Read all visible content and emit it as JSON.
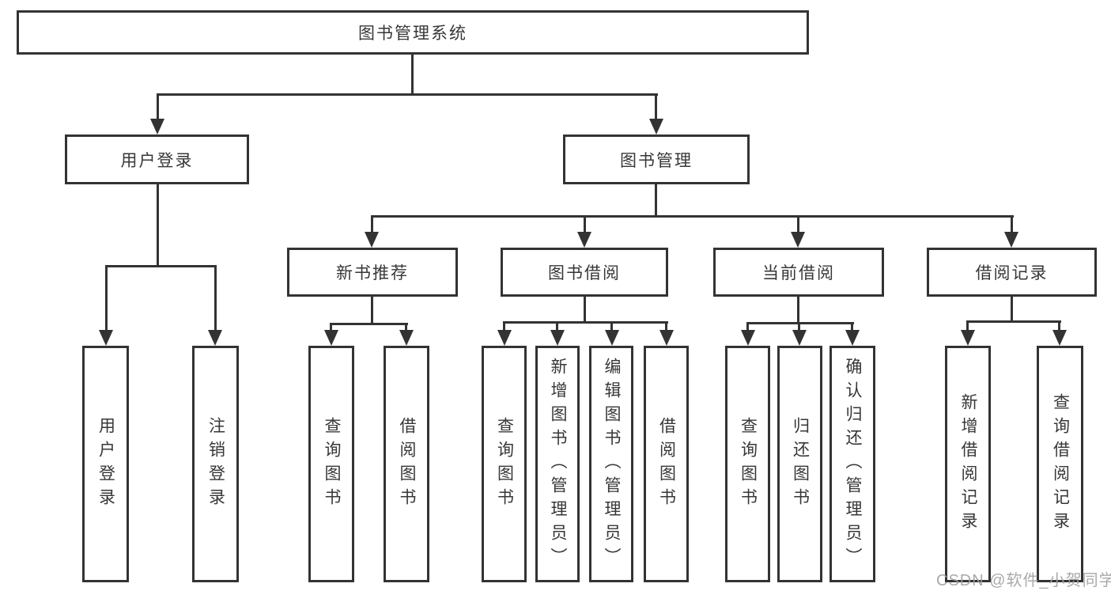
{
  "diagram": {
    "type": "hierarchy-tree",
    "line_color": "#333333",
    "text_color": "#373737",
    "background_color": "#ffffff",
    "watermark_color": "#a0a0a0"
  },
  "watermark": "CSDN @软件_小贺同学",
  "nodes": {
    "root": "图书管理系统",
    "user_login": "用户登录",
    "book_mgmt": "图书管理",
    "new_book_rec": "新书推荐",
    "book_borrow": "图书借阅",
    "current_borrow": "当前借阅",
    "borrow_records": "借阅记录",
    "leaf_user_login": "用户登录",
    "leaf_logout": "注销登录",
    "leaf_rec_query": "查询图书",
    "leaf_rec_borrow": "借阅图书",
    "leaf_bb_query": "查询图书",
    "leaf_bb_add": "新增图书（管理员）",
    "leaf_bb_edit": "编辑图书（管理员）",
    "leaf_bb_borrow": "借阅图书",
    "leaf_cb_query": "查询图书",
    "leaf_cb_return": "归还图书",
    "leaf_cb_confirm": "确认归还（管理员）",
    "leaf_br_add": "新增借阅记录",
    "leaf_br_query": "查询借阅记录"
  },
  "tree": {
    "label": "图书管理系统",
    "children": [
      {
        "label": "用户登录",
        "children": [
          {
            "label": "用户登录"
          },
          {
            "label": "注销登录"
          }
        ]
      },
      {
        "label": "图书管理",
        "children": [
          {
            "label": "新书推荐",
            "children": [
              {
                "label": "查询图书"
              },
              {
                "label": "借阅图书"
              }
            ]
          },
          {
            "label": "图书借阅",
            "children": [
              {
                "label": "查询图书"
              },
              {
                "label": "新增图书（管理员）"
              },
              {
                "label": "编辑图书（管理员）"
              },
              {
                "label": "借阅图书"
              }
            ]
          },
          {
            "label": "当前借阅",
            "children": [
              {
                "label": "查询图书"
              },
              {
                "label": "归还图书"
              },
              {
                "label": "确认归还（管理员）"
              }
            ]
          },
          {
            "label": "借阅记录",
            "children": [
              {
                "label": "新增借阅记录"
              },
              {
                "label": "查询借阅记录"
              }
            ]
          }
        ]
      }
    ]
  }
}
